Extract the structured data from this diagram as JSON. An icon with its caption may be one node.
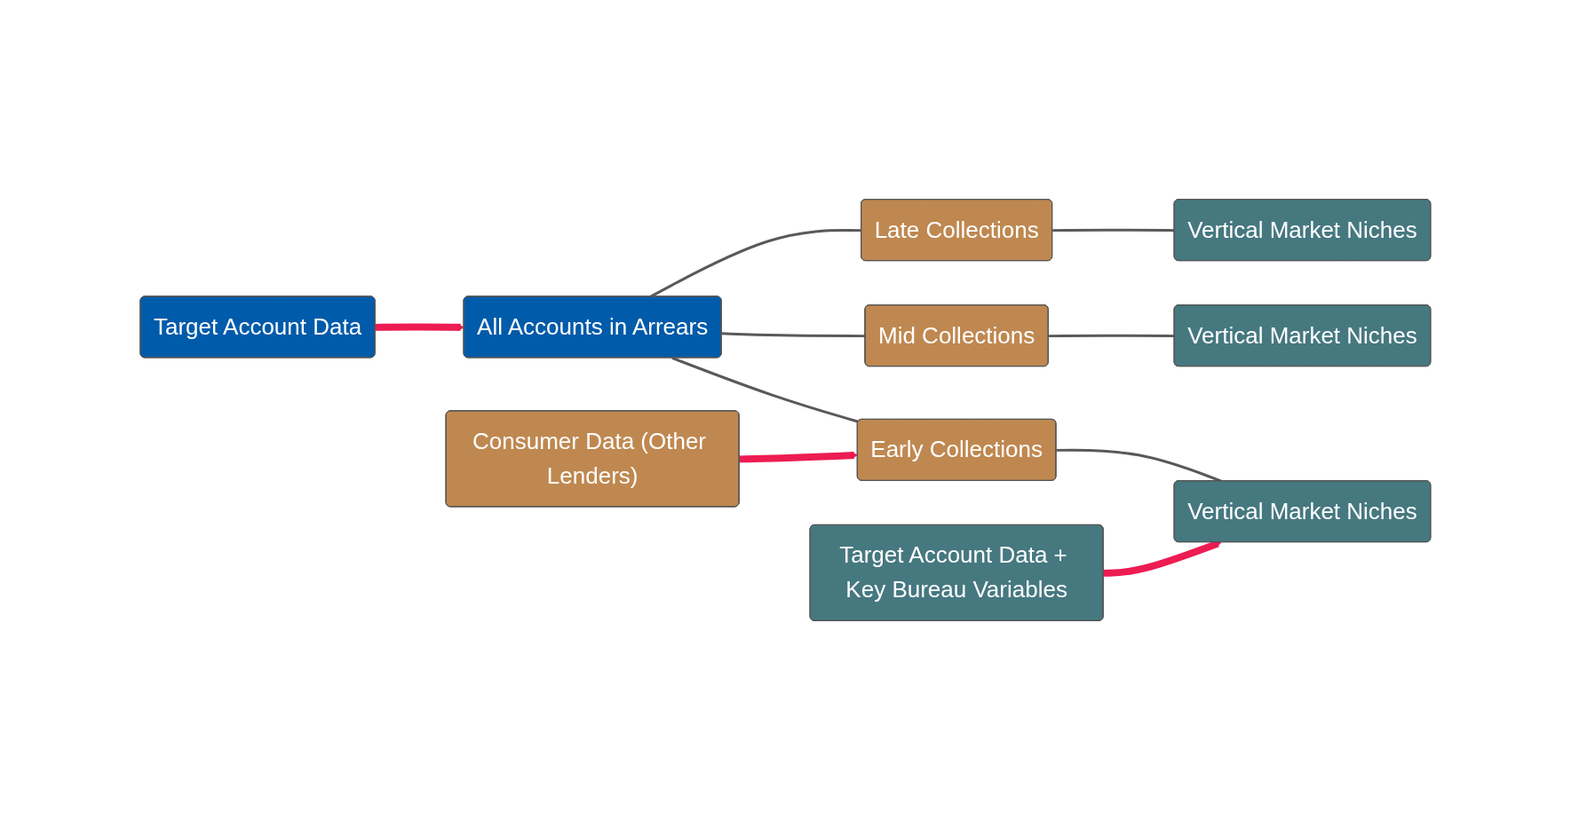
{
  "diagram": {
    "nodes": [
      {
        "text": [
          "Target Account Data"
        ]
      },
      {
        "text": [
          "All Accounts in Arrears"
        ]
      },
      {
        "text": [
          "Consumer Data (Other Lenders)"
        ]
      },
      {
        "text": [
          "Early Collections"
        ]
      },
      {
        "text": [
          "Mid Collections"
        ]
      },
      {
        "text": [
          "Late Collections"
        ]
      },
      {
        "text": [
          "Target Account Data + Key Bureau Variables"
        ]
      },
      {
        "text": [
          "Vertical Market Niches"
        ]
      },
      {
        "text": [
          "Vertical Market Niches"
        ]
      },
      {
        "text": [
          "Vertical Market Niches"
        ]
      }
    ],
    "edges": [
      {
        "from": 0,
        "to": 1,
        "arrow": "to",
        "style": "thick",
        "color": "#ed1c52"
      },
      {
        "from": 1,
        "to": 3,
        "arrow": "none"
      },
      {
        "from": 1,
        "to": 4,
        "arrow": "none"
      },
      {
        "from": 1,
        "to": 5,
        "arrow": "none"
      },
      {
        "from": 2,
        "to": 3,
        "arrow": "to",
        "style": "thick",
        "color": "#ed1c52"
      },
      {
        "from": 6,
        "to": 7,
        "arrow": "to",
        "style": "thick",
        "color": "#ed1c52"
      },
      {
        "from": 3,
        "to": 7,
        "arrow": "none"
      },
      {
        "from": 4,
        "to": 8,
        "arrow": "none"
      },
      {
        "from": 5,
        "to": 9,
        "arrow": "none"
      }
    ]
  }
}
